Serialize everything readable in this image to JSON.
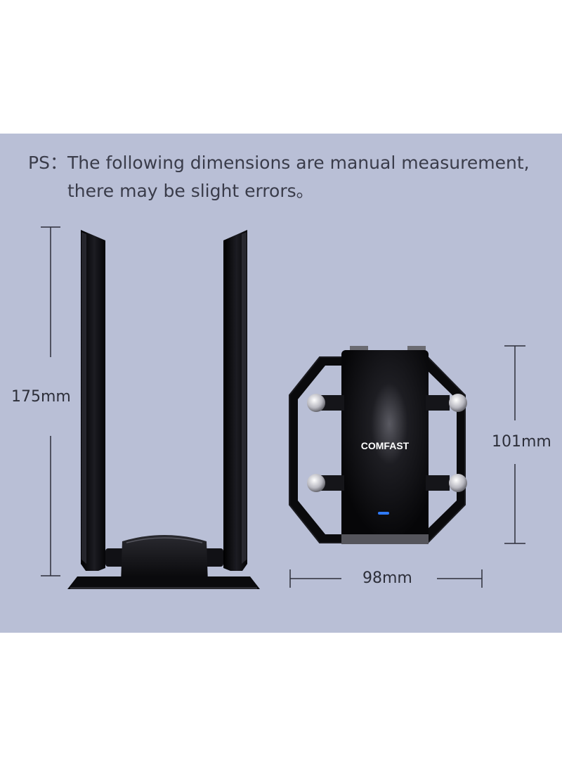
{
  "note": {
    "prefix": "PS：",
    "line1": "The following dimensions are manual measurement,",
    "line2": "there may be slight errors。"
  },
  "dimensions": {
    "height_side": "175mm",
    "height_front": "101mm",
    "width_front": "98mm"
  },
  "brand_logo": "COMFAST",
  "colors": {
    "background_panel": "#b9bfd6",
    "device": "#0b0b0e",
    "led": "#2f7bff"
  }
}
